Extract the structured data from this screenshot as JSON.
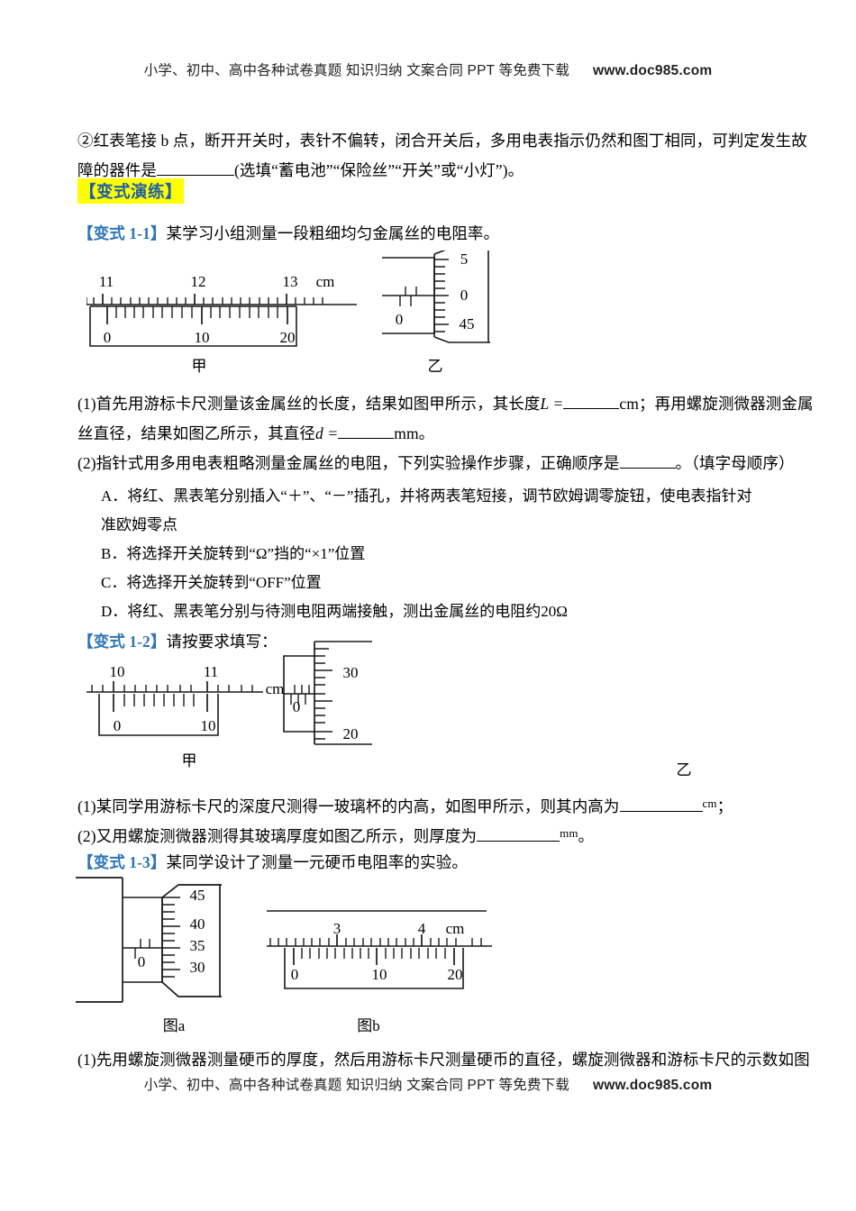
{
  "watermark": {
    "text": "小学、初中、高中各种试卷真题  知识归纳  文案合同  PPT 等免费下载",
    "url": "www.doc985.com"
  },
  "question_prev": {
    "line1": "②红表笔接 b 点，断开开关时，表针不偏转，闭合开关后，多用电表指示仍然和图丁相同，可判定发生故",
    "line2_pre": "障的器件是",
    "line2_post": "(选填“蓄电池”“保险丝”“开关”或“小灯”)。"
  },
  "section_heading": "【变式演练】",
  "variant_1_1": {
    "tag": "【变式 1-1】",
    "title": "某学习小组测量一段粗细均匀金属丝的电阻率。",
    "q1_a": "(1)首先用游标卡尺测量该金属丝的长度，结果如图甲所示，其长度",
    "q1_sym_L": "L =",
    "q1_unit_cm": "cm；再用螺旋测微器测金属",
    "q1_b": "丝直径，结果如图乙所示，其直径",
    "q1_sym_d": "d =",
    "q1_unit_mm": "mm。",
    "q2": "(2)指针式用多用电表粗略测量金属丝的电阻，下列实验操作步骤，正确顺序是",
    "q2_tail": "。（填字母顺序）",
    "options": [
      "A．将红、黑表笔分别插入“＋”、“－”插孔，并将两表笔短接，调节欧姆调零旋钮，使电表指针对",
      "准欧姆零点",
      "B．将选择开关旋转到“Ω”挡的“×1”位置",
      "C．将选择开关旋转到“OFF”位置",
      "D．将红、黑表笔分别与待测电阻两端接触，测出金属丝的电阻约20Ω"
    ],
    "caliper": {
      "main_labels": [
        "11",
        "12",
        "13"
      ],
      "unit": "cm",
      "vernier_labels": [
        "0",
        "10",
        "20"
      ],
      "caption": "甲"
    },
    "micrometer": {
      "thimble_labels": [
        "5",
        "0",
        "45"
      ],
      "sleeve_label": "0",
      "caption": "乙"
    }
  },
  "variant_1_2": {
    "tag": "【变式 1-2】",
    "title": "请按要求填写：",
    "caliper": {
      "main_labels": [
        "10",
        "11"
      ],
      "unit": "cm",
      "vernier_labels": [
        "0",
        "10"
      ],
      "caption": "甲"
    },
    "micrometer": {
      "thimble_labels": [
        "30",
        "20"
      ],
      "sleeve_label": "0",
      "caption": "乙"
    },
    "q1_pre": "(1)某同学用游标卡尺的深度尺测得一玻璃杯的内高，如图甲所示，则其内高为",
    "q1_unit": "cm",
    "q1_tail": "；",
    "q2_pre": "(2)又用螺旋测微器测得其玻璃厚度如图乙所示，则厚度为",
    "q2_unit": "mm",
    "q2_tail": "。"
  },
  "variant_1_3": {
    "tag": "【变式 1-3】",
    "title": "某同学设计了测量一元硬币电阻率的实验。",
    "micrometer": {
      "thimble_labels": [
        "45",
        "40",
        "35",
        "30"
      ],
      "sleeve_label": "0",
      "caption": "图a"
    },
    "caliper": {
      "main_labels": [
        "3",
        "4"
      ],
      "unit": "cm",
      "vernier_labels": [
        "0",
        "10",
        "20"
      ],
      "caption": "图b"
    },
    "q1": "(1)先用螺旋测微器测量硬币的厚度，然后用游标卡尺测量硬币的直径，螺旋测微器和游标卡尺的示数如图"
  },
  "colors": {
    "highlight": "#ffff00",
    "variant_tag": "#2e75b6",
    "heading_text": "#1f5ea8",
    "ink": "#000000"
  }
}
